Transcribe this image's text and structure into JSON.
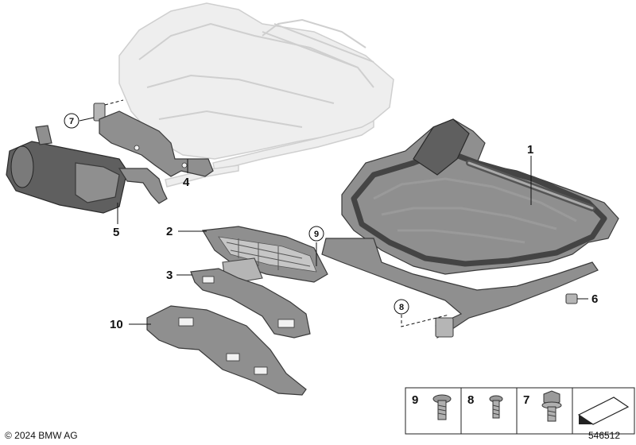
{
  "labels": {
    "p1": "1",
    "p2": "2",
    "p3": "3",
    "p4": "4",
    "p5": "5",
    "p6": "6",
    "p7": "7",
    "p8": "8",
    "p9": "9",
    "p10": "10"
  },
  "legend": {
    "items": [
      {
        "num": "9",
        "icon": "torx-bolt-icon"
      },
      {
        "num": "8",
        "icon": "torx-screw-icon"
      },
      {
        "num": "7",
        "icon": "hex-flange-bolt-icon"
      }
    ],
    "orientation_icon": "vehicle-orientation-arrow-icon"
  },
  "footer": {
    "copyright": "© 2024 BMW AG",
    "doc_number": "546512"
  }
}
